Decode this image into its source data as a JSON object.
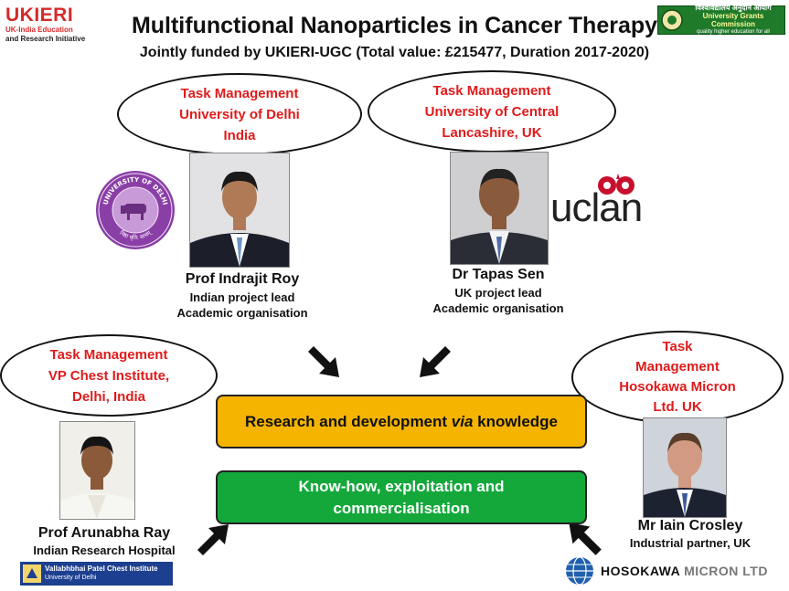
{
  "logos": {
    "ukieri": {
      "main": "UKIERI",
      "line1": "UK-India Education",
      "line2": "and Research Initiative"
    },
    "ugc": {
      "hindi": "विश्वविद्यालय अनुदान आयोग",
      "english": "University Grants Commission",
      "tagline": "quality higher education for all"
    },
    "delhi_seal": {
      "top": "UNIVERSITY OF DELHI",
      "bottom": "निष्ठा धृति: सत्यम्"
    },
    "uclan": "uclan",
    "vpci": {
      "line1": "Vallabhbhai Patel Chest Institute",
      "line2": "University of Delhi"
    },
    "hosokawa": {
      "part1": "HOSOKAWA",
      "part2": "MICRON LTD"
    }
  },
  "title": "Multifunctional Nanoparticles in Cancer Therapy",
  "subtitle": "Jointly funded by UKIERI-UGC (Total value: £215477, Duration 2017-2020)",
  "partners": {
    "delhi": {
      "task": [
        "Task Management",
        "University of Delhi",
        "India"
      ],
      "name": "Prof Indrajit Roy",
      "role1": "Indian project lead",
      "role2": "Academic organisation"
    },
    "uclan": {
      "task": [
        "Task Management",
        "University of Central",
        "Lancashire, UK"
      ],
      "name": "Dr Tapas Sen",
      "role1": "UK project lead",
      "role2": "Academic organisation"
    },
    "vpci": {
      "task": [
        "Task Management",
        "VP Chest Institute,",
        "Delhi, India"
      ],
      "name": "Prof Arunabha Ray",
      "role1": "Indian Research Hospital"
    },
    "hosokawa": {
      "task": [
        "Task",
        "Management",
        "Hosokawa Micron",
        "Ltd. UK"
      ],
      "name": "Mr Iain Crosley",
      "role1": "Industrial partner, UK"
    }
  },
  "boxes": {
    "rd": {
      "pre": "Research and development ",
      "via": "via",
      "post": " knowledge",
      "color": "#f5b400"
    },
    "knowhow": {
      "line1": "Know-how, exploitation and",
      "line2": "commercialisation",
      "color": "#14a83b"
    }
  },
  "colors": {
    "task_text": "#e01b1b",
    "ukieri_red": "#d42a2a"
  }
}
